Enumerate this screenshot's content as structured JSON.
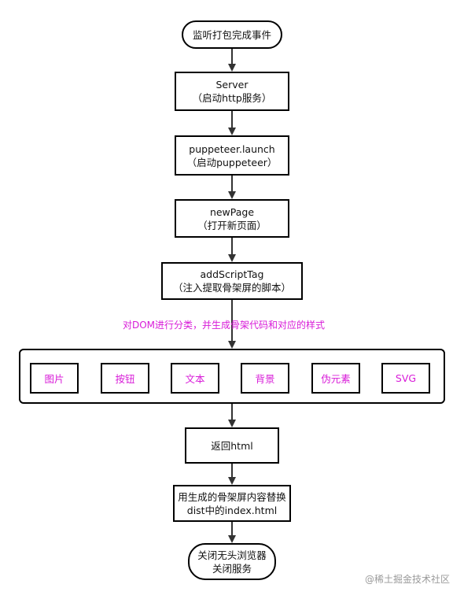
{
  "diagram": {
    "nodes": {
      "start": {
        "line1": "监听打包完成事件"
      },
      "server": {
        "line1": "Server",
        "line2": "（启动http服务）"
      },
      "launch": {
        "line1": "puppeteer.launch",
        "line2": "（启动puppeteer）"
      },
      "newpage": {
        "line1": "newPage",
        "line2": "（打开新页面）"
      },
      "addscript": {
        "line1": "addScriptTag",
        "line2": "（注入提取骨架屏的脚本）"
      },
      "return_html": {
        "line1": "返回html"
      },
      "replace": {
        "line1": "用生成的骨架屏内容替换",
        "line2": "dist中的index.html"
      },
      "end": {
        "line1": "关闭无头浏览器",
        "line2": "关闭服务"
      }
    },
    "edge_label": "对DOM进行分类，并生成骨架代码和对应的样式",
    "categories": [
      "图片",
      "按钮",
      "文本",
      "背景",
      "伪元素",
      "SVG"
    ]
  },
  "colors": {
    "label": "#d81bd8",
    "stroke": "#000000",
    "arrow": "#333333"
  },
  "watermark": "@稀土掘金技术社区"
}
